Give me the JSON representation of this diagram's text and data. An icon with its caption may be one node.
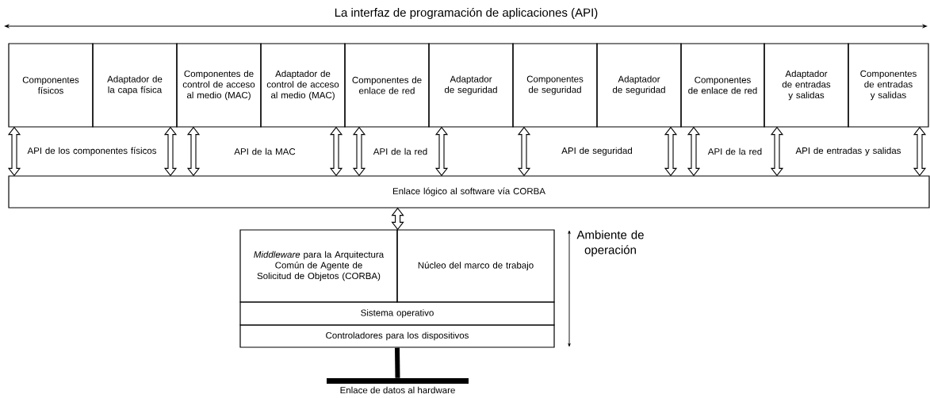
{
  "diagram": {
    "title": "La interfaz de programación de aplicaciones (API)",
    "nodes": [
      {
        "text": [
          "Componentes físicos"
        ]
      },
      {
        "text": [
          "Adaptador de la capa física"
        ]
      },
      {
        "text": [
          "Componentes de control de acceso al medio (MAC)"
        ]
      },
      {
        "text": [
          "Adaptador de control de acceso al medio (MAC)"
        ]
      },
      {
        "text": [
          "Componentes de enlace de red"
        ]
      },
      {
        "text": [
          "Adaptador de seguridad"
        ]
      },
      {
        "text": [
          "Componentes de seguridad"
        ]
      },
      {
        "text": [
          "Adaptador de seguridad"
        ]
      },
      {
        "text": [
          "Componentes de enlace de red"
        ]
      },
      {
        "text": [
          "Adaptador de entradas y salidas"
        ]
      },
      {
        "text": [
          "Componentes de entradas y salidas"
        ]
      },
      {
        "text": [
          "Enlace lógico al software vía CORBA"
        ]
      },
      {
        "text": [
          "*Middleware* para la Arquitectura Común de Agente de Solicitud de Objetos (CORBA)"
        ]
      },
      {
        "text": [
          "Núcleo del marco de trabajo"
        ]
      },
      {
        "text": [
          "Sistema operativo"
        ]
      },
      {
        "text": [
          "Controladores para los dispositivos"
        ]
      },
      {
        "text": [],
        "shape": "bar",
        "beside": [
          "Enlace de datos al hardware"
        ]
      }
    ],
    "edges": [
      {
        "from": 0,
        "to": 11,
        "arrow": "both"
      },
      {
        "from": 1,
        "to": 11,
        "arrow": "both"
      },
      {
        "from": 2,
        "to": 11,
        "arrow": "both"
      },
      {
        "from": 3,
        "to": 11,
        "arrow": "both"
      },
      {
        "from": 4,
        "to": 11,
        "arrow": "both"
      },
      {
        "from": 5,
        "to": 11,
        "arrow": "both"
      },
      {
        "from": 6,
        "to": 11,
        "arrow": "both"
      },
      {
        "from": 7,
        "to": 11,
        "arrow": "both"
      },
      {
        "from": 8,
        "to": 11,
        "arrow": "both"
      },
      {
        "from": 9,
        "to": 11,
        "arrow": "both"
      },
      {
        "from": 10,
        "to": 11,
        "arrow": "both"
      },
      {
        "from": 11,
        "to": 12,
        "arrow": "both"
      },
      {
        "from": 15,
        "to": 16,
        "arrow": "none"
      }
    ],
    "labels": [
      "API de los componentes físicos",
      "API de la MAC",
      "API de la red",
      "API de seguridad",
      "API de la red",
      "API de entradas y salidas",
      "Ambiente de operación"
    ]
  }
}
